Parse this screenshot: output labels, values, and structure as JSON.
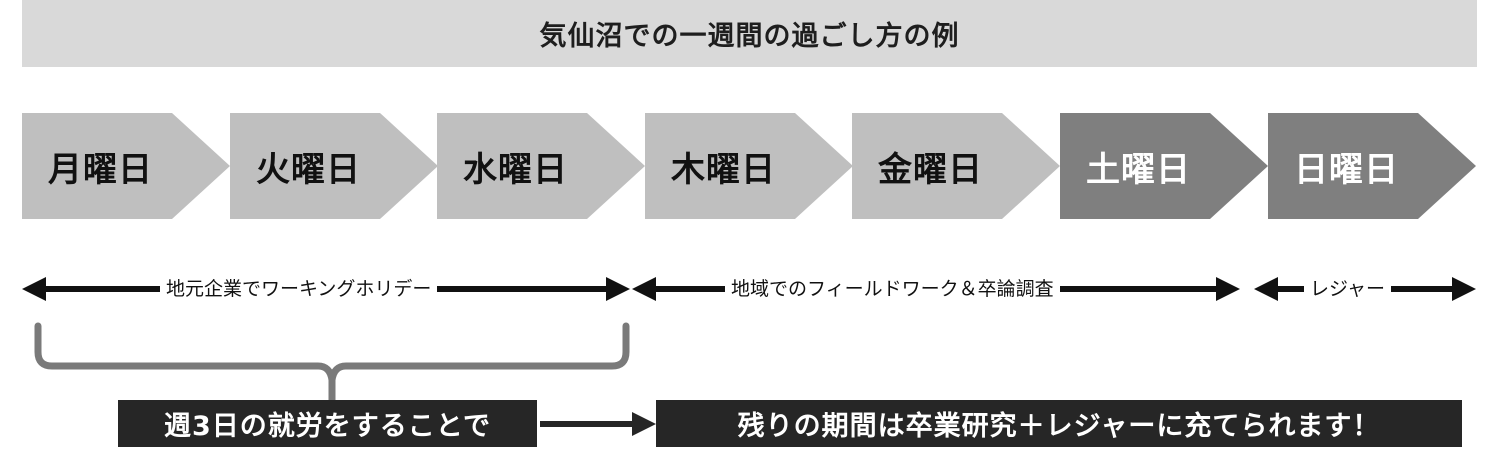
{
  "title": "気仙沼での一週間の過ごし方の例",
  "days": [
    {
      "label": "月曜日",
      "type": "weekday"
    },
    {
      "label": "火曜日",
      "type": "weekday"
    },
    {
      "label": "水曜日",
      "type": "weekday"
    },
    {
      "label": "木曜日",
      "type": "weekday"
    },
    {
      "label": "金曜日",
      "type": "weekday"
    },
    {
      "label": "土曜日",
      "type": "weekend"
    },
    {
      "label": "日曜日",
      "type": "weekend"
    }
  ],
  "spans": [
    {
      "label": "地元企業でワーキングホリデー"
    },
    {
      "label": "地域でのフィールドワーク＆卒論調査"
    },
    {
      "label": "レジャー"
    }
  ],
  "bottom": {
    "left": "週3日の就労をすることで",
    "right": "残りの期間は卒業研究＋レジャーに充てられます！"
  },
  "colors": {
    "weekday": "#bfbfbf",
    "weekend": "#7f7f7f",
    "dark_box": "#262626",
    "title_bg": "#d9d9d9"
  }
}
